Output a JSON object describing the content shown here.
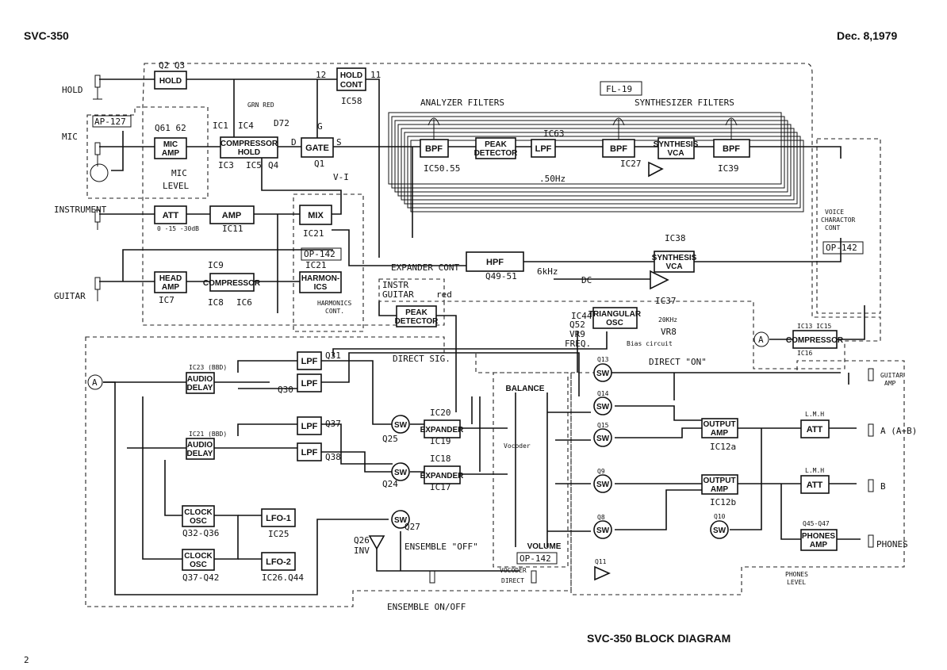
{
  "header": {
    "model": "SVC-350",
    "date": "Dec. 8,1979"
  },
  "footer": {
    "title": "SVC-350 BLOCK DIAGRAM",
    "page": "2"
  },
  "inputs": {
    "hold": "HOLD",
    "mic": "MIC",
    "instrument": "INSTRUMENT",
    "guitar": "GUITAR"
  },
  "blocks": {
    "hold": "HOLD",
    "hold_cont_1": "HOLD",
    "hold_cont_2": "CONT",
    "mic_amp_1": "MIC",
    "mic_amp_2": "AMP",
    "comp_hold_1": "COMPRESSOR",
    "comp_hold_2": "HOLD",
    "gate": "GATE",
    "att": "ATT",
    "amp": "AMP",
    "mix": "MIX",
    "head_amp_1": "HEAD",
    "head_amp_2": "AMP",
    "compressor": "COMPRESSOR",
    "harmonics_1": "HARMON-",
    "harmonics_2": "ICS",
    "bpf": "BPF",
    "peak_det_1": "PEAK",
    "peak_det_2": "DETECTOR",
    "lpf": "LPF",
    "synth_vca_1": "SYNTHESIS",
    "synth_vca_2": "VCA",
    "hpf": "HPF",
    "triangular_1": "TRIANGULAR",
    "triangular_2": "OSC",
    "audio_delay_1": "AUDIO",
    "audio_delay_2": "DELAY",
    "clock_osc_1": "CLOCK",
    "clock_osc_2": "OSC",
    "lfo1": "LFO-1",
    "lfo2": "LFO-2",
    "expander": "EXPANDER",
    "sw": "SW",
    "output_amp_1": "OUTPUT",
    "output_amp_2": "AMP",
    "phones_amp_1": "PHONES",
    "phones_amp_2": "AMP",
    "balance": "BALANCE",
    "volume": "VOLUME"
  },
  "labels": {
    "q2q3": "Q2 Q3",
    "ic58": "IC58",
    "n12": "12",
    "n11": "11",
    "fl19": "FL-19",
    "analyzer": "ANALYZER FILTERS",
    "synthesizer": "SYNTHESIZER FILTERS",
    "ap127": "AP-127",
    "q6162": "Q61 62",
    "mic_level_1": "MIC",
    "mic_level_2": "LEVEL",
    "grn_red": "GRN RED",
    "ic1": "IC1",
    "ic4": "IC4",
    "d72": "D72",
    "ic3": "IC3",
    "ic5": "IC5",
    "q4": "Q4",
    "d": "D",
    "g": "G",
    "s": "S",
    "q1": "Q1",
    "vi": "V-I",
    "ic50": "IC50.55",
    "ic63": "IC63",
    "hz50": ".50Hz",
    "ic27": "IC27",
    "ic39": "IC39",
    "att_range": "0 -15 -30dB",
    "ic11": "IC11",
    "ic21": "IC21",
    "op142": "OP-142",
    "ic9": "IC9",
    "ic7": "IC7",
    "ic8": "IC8",
    "ic6": "IC6",
    "harm_cont_1": "HARMONICS",
    "harm_cont_2": "CONT.",
    "expander_cont": "EXPANDER CONT",
    "q4951": "Q49-51",
    "khz6": "6kHz",
    "ic38": "IC38",
    "ic37": "IC37",
    "dc": "DC",
    "instr": "INSTR",
    "guitar_sel": "GUITAR",
    "red": "red",
    "ic44": "IC44",
    "q52": "Q52",
    "vr9": "VR9",
    "freq": "FREQ.",
    "vr8": "VR8",
    "bias": "Bias circuit",
    "khz20": "20KHz",
    "voice_1": "VOICE",
    "voice_2": "CHARACTOR",
    "voice_3": "CONT",
    "direct_sig": "DIRECT SIG.",
    "direct_on": "DIRECT \"ON\"",
    "ensemble_off": "ENSEMBLE  \"OFF\"",
    "ensemble_onoff": "ENSEMBLE ON/OFF",
    "q31": "Q31",
    "q30": "Q30",
    "q37": "Q37",
    "q38": "Q38",
    "ic23": "IC23 (BBD)",
    "ic21b": "IC21 (BBD)",
    "q3236": "Q32-Q36",
    "ic25": "IC25",
    "q3742": "Q37-Q42",
    "ic26": "IC26.Q44",
    "q25": "Q25",
    "q24": "Q24",
    "q27": "Q27",
    "q26": "Q26",
    "inv": "INV",
    "ic20": "IC20",
    "ic19": "IC19",
    "ic18": "IC18",
    "ic17": "IC17",
    "vocoder": "Vocoder",
    "vocoder_direct_1": "VOCODER",
    "vocoder_direct_2": "DIRECT",
    "ic12a": "IC12a",
    "ic12b": "IC12b",
    "lmh": "L.M.H",
    "guitar_amp_1": "GUITAR",
    "guitar_amp_2": "AMP",
    "out_a": "A (A+B)",
    "out_b": "B",
    "phones": "PHONES",
    "phones_level_1": "PHONES",
    "phones_level_2": "LEVEL",
    "ic13": "IC13  IC15",
    "ic16": "IC16",
    "node_a": "A",
    "q13": "Q13",
    "q14": "Q14",
    "q15": "Q15",
    "q9": "Q9",
    "q8": "Q8",
    "q10": "Q10",
    "q11": "Q11",
    "q4547": "Q45-Q47"
  }
}
